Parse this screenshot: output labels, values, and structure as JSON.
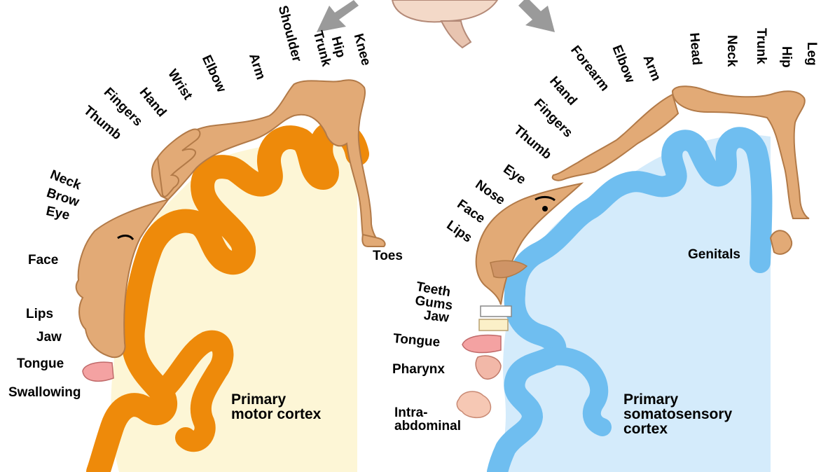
{
  "colors": {
    "motor_cortex": "#ee8a0a",
    "motor_fill": "#fdf6d6",
    "sensory_cortex": "#6fbef0",
    "sensory_fill": "#d4ebfb",
    "skin": "#e2aa76",
    "skin_outline": "#b27a48",
    "arrow": "#9a9a9a",
    "tongue": "#f4a2a2"
  },
  "motor": {
    "title_line1": "Primary",
    "title_line2": "motor cortex",
    "labels": {
      "toes": "Toes",
      "knee": "Knee",
      "hip": "Hip",
      "trunk": "Trunk",
      "shoulder": "Shoulder",
      "arm": "Arm",
      "elbow": "Elbow",
      "wrist": "Wrist",
      "hand": "Hand",
      "fingers": "Fingers",
      "thumb": "Thumb",
      "neck": "Neck",
      "brow": "Brow",
      "eye": "Eye",
      "face": "Face",
      "lips": "Lips",
      "jaw": "Jaw",
      "tongue": "Tongue",
      "swallowing": "Swallowing"
    }
  },
  "sensory": {
    "title_line1": "Primary",
    "title_line2": "somatosensory",
    "title_line3": "cortex",
    "labels": {
      "genitals": "Genitals",
      "leg": "Leg",
      "hip": "Hip",
      "trunk": "Trunk",
      "neck": "Neck",
      "head": "Head",
      "arm": "Arm",
      "elbow": "Elbow",
      "forearm": "Forearm",
      "hand": "Hand",
      "fingers": "Fingers",
      "thumb": "Thumb",
      "eye": "Eye",
      "nose": "Nose",
      "face": "Face",
      "lips": "Lips",
      "teeth": "Teeth",
      "gums": "Gums",
      "jaw": "Jaw",
      "tongue": "Tongue",
      "pharynx": "Pharynx",
      "intra1": "Intra-",
      "intra2": "abdominal"
    }
  }
}
